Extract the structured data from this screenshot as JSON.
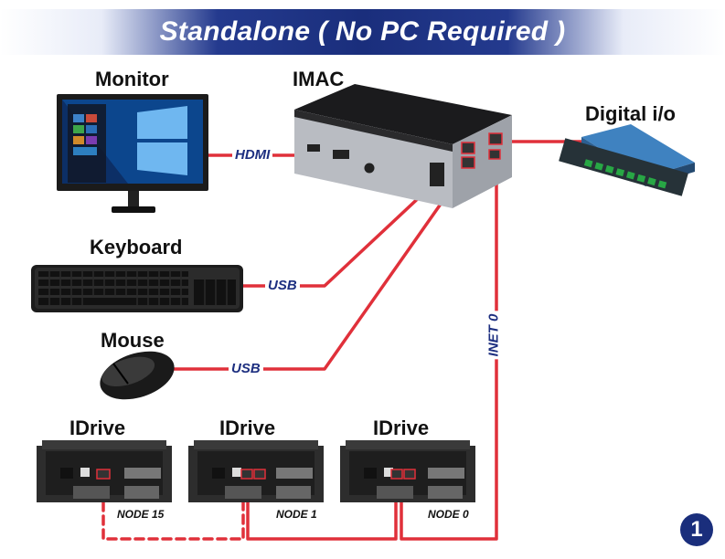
{
  "title": "Standalone ( No PC Required )",
  "devices": {
    "monitor": "Monitor",
    "imac": "IMAC",
    "digital_io": "Digital i/o",
    "keyboard": "Keyboard",
    "mouse": "Mouse",
    "idrive_1": "IDrive",
    "idrive_2": "IDrive",
    "idrive_3": "IDrive"
  },
  "connections": {
    "hdmi": "HDMI",
    "usb_keyboard": "USB",
    "usb_mouse": "USB",
    "inet": "INET 0"
  },
  "nodes": {
    "node_15": "NODE 15",
    "node_1": "NODE 1",
    "node_0": "NODE 0"
  },
  "badge": "1",
  "colors": {
    "banner": "#1a2e7c",
    "cable": "#e0303a",
    "label_blue": "#1d2f80"
  },
  "icons": [
    "monitor-icon",
    "imac-box-icon",
    "digital-io-module-icon",
    "keyboard-icon",
    "mouse-icon",
    "idrive-icon"
  ]
}
